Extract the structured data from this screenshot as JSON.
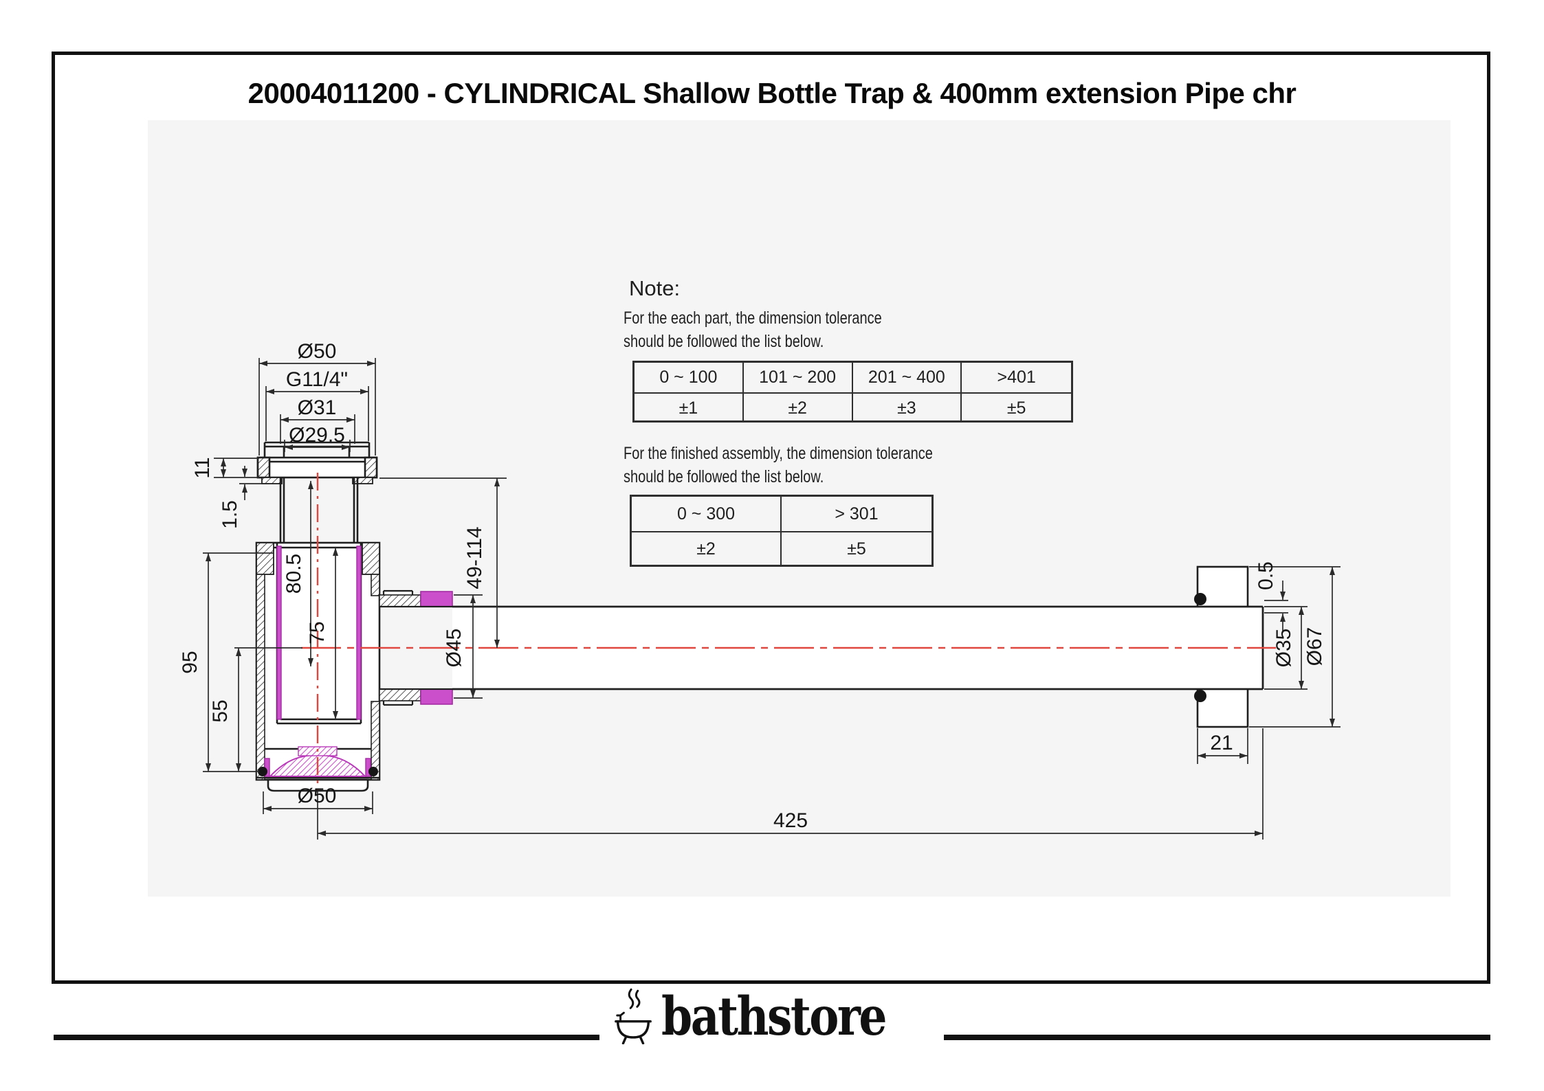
{
  "title": "20004011200 - CYLINDRICAL Shallow Bottle Trap & 400mm extension Pipe chr",
  "note": {
    "heading": "Note:",
    "para1": [
      "For the each part, the dimension tolerance",
      "should be followed the list below."
    ],
    "para2": [
      "For the finished assembly, the dimension tolerance",
      "should be followed the list below."
    ]
  },
  "part_tolerance_table": {
    "columns": [
      "0 ~ 100",
      "101 ~ 200",
      "201 ~ 400",
      ">401"
    ],
    "tolerances": [
      "±1",
      "±2",
      "±3",
      "±5"
    ]
  },
  "assembly_tolerance_table": {
    "columns": [
      "0 ~ 300",
      "> 301"
    ],
    "tolerances": [
      "±2",
      "±5"
    ]
  },
  "drawing": {
    "dims": {
      "d50_top": "Ø50",
      "thread": "G11/4\"",
      "d31": "Ø31",
      "d29_5": "Ø29.5",
      "h11": "11",
      "t1_5": "1.5",
      "range": "49-114",
      "h95": "95",
      "h55": "55",
      "len80_5": "80.5",
      "len75": "75",
      "d45": "Ø45",
      "d50_bottom": "Ø50",
      "len425": "425",
      "d35": "Ø35",
      "d67": "Ø67",
      "gap0_5": "0.5",
      "w21": "21"
    }
  },
  "logo": {
    "brand": "bathstore"
  },
  "colors": {
    "centerline_red": "#e0473e",
    "seal_magenta": "#cb4fcb",
    "line": "#1f1f1f"
  }
}
